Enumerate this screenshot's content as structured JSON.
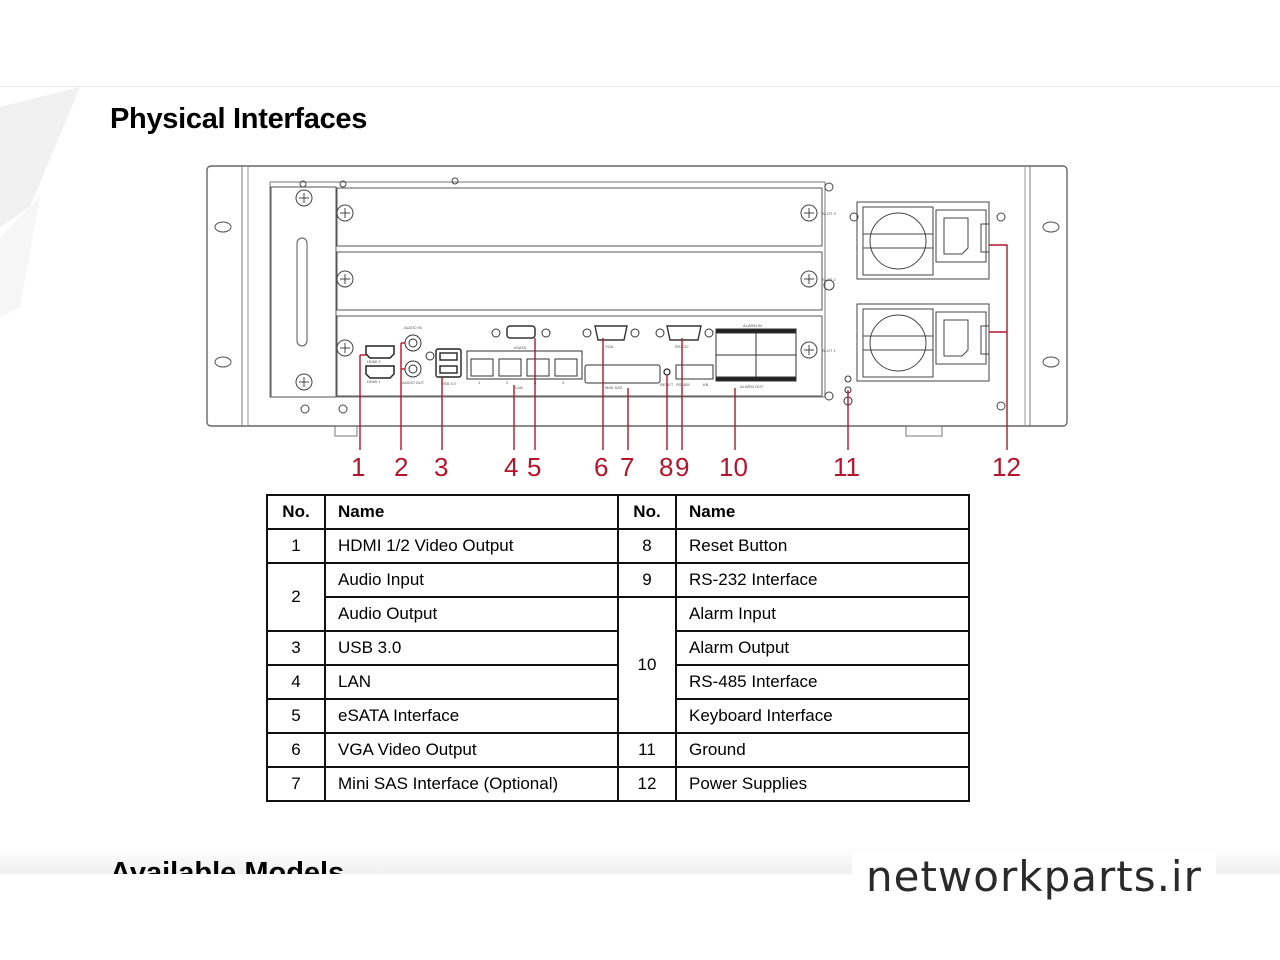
{
  "page": {
    "title": "Physical Interfaces",
    "next_section_title": "Available Models",
    "watermark": "networkparts.ir"
  },
  "colors": {
    "callout": "#b5142a",
    "table_border": "#111111",
    "drawing_line": "#555555"
  },
  "diagram": {
    "callouts": [
      "1",
      "2",
      "3",
      "4",
      "5",
      "6",
      "7",
      "8",
      "9",
      "10",
      "11",
      "12"
    ],
    "panel_labels": {
      "hdmi2": "HDMI 2",
      "hdmi1": "HDMI 1",
      "audio_in": "AUDIO IN",
      "audio_out": "AUDIO OUT",
      "usb": "USB 3.0",
      "esata": "eSATA",
      "lan": "LAN",
      "vga": "VGA",
      "mini_sas": "MINI SAS",
      "rs232": "RS-232",
      "rs485": "RS-485",
      "kb": "KB",
      "alarm_in": "ALARM IN",
      "alarm_out": "ALARM OUT",
      "reset": "RESET",
      "slot1": "SLOT 1",
      "slot2": "SLOT 2",
      "slot3": "SLOT 3",
      "lan_ports": [
        "1",
        "2",
        "3",
        "4"
      ]
    }
  },
  "table": {
    "headers": [
      "No.",
      "Name",
      "No.",
      "Name"
    ],
    "left": [
      {
        "no": "1",
        "names": [
          "HDMI 1/2 Video Output"
        ]
      },
      {
        "no": "2",
        "names": [
          "Audio Input",
          "Audio Output"
        ]
      },
      {
        "no": "3",
        "names": [
          "USB 3.0"
        ]
      },
      {
        "no": "4",
        "names": [
          "LAN"
        ]
      },
      {
        "no": "5",
        "names": [
          "eSATA Interface"
        ]
      },
      {
        "no": "6",
        "names": [
          "VGA Video Output"
        ]
      },
      {
        "no": "7",
        "names": [
          "Mini SAS Interface (Optional)"
        ]
      }
    ],
    "right": [
      {
        "no": "8",
        "names": [
          "Reset Button"
        ]
      },
      {
        "no": "9",
        "names": [
          "RS-232 Interface"
        ]
      },
      {
        "no": "10",
        "names": [
          "Alarm Input",
          "Alarm Output",
          "RS-485 Interface",
          "Keyboard Interface"
        ]
      },
      {
        "no": "11",
        "names": [
          "Ground"
        ]
      },
      {
        "no": "12",
        "names": [
          "Power Supplies"
        ]
      }
    ]
  }
}
